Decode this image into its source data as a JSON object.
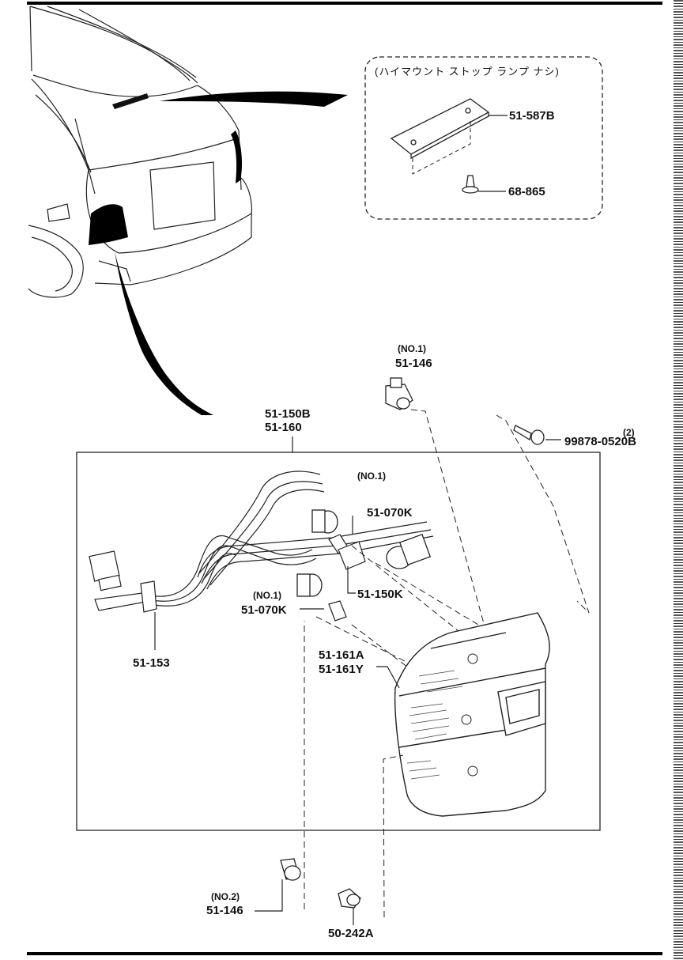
{
  "inset": {
    "note": "(ハイマウント ストップ ランプ ナシ)"
  },
  "labels": {
    "p51_587B": "51-587B",
    "p68_865": "68-865",
    "no1_top": "(NO.1)",
    "p51_146_top": "51-146",
    "qty2": "(2)",
    "p99878": "99878-0520B",
    "p51_150B": "51-150B",
    "p51_160": "51-160",
    "no1_a": "(NO.1)",
    "p51_070K_a": "51-070K",
    "p51_150K": "51-150K",
    "no1_b": "(NO.1)",
    "p51_070K_b": "51-070K",
    "p51_153": "51-153",
    "p51_161A": "51-161A",
    "p51_161Y": "51-161Y",
    "no2": "(NO.2)",
    "p51_146_bottom": "51-146",
    "p50_242A": "50-242A"
  }
}
